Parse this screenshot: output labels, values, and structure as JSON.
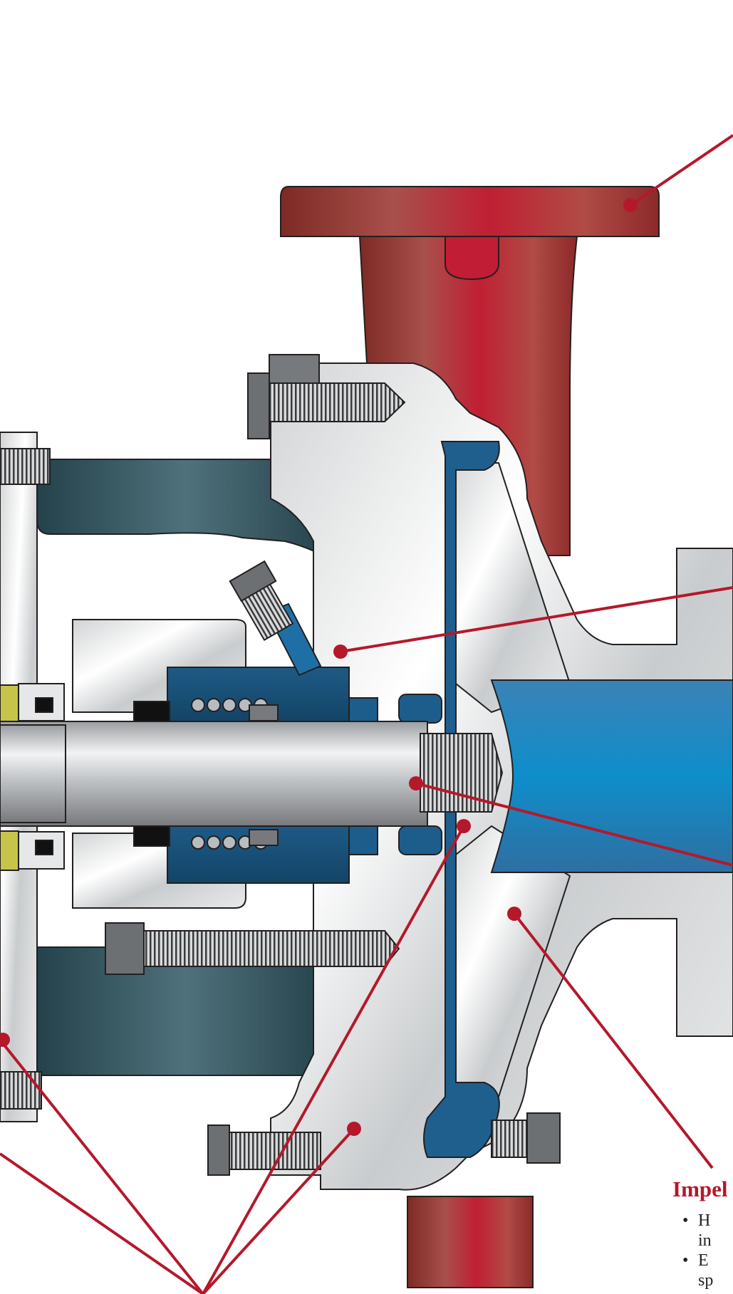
{
  "diagram": {
    "callout_title": "Impel",
    "bullets": [
      {
        "line1": "H",
        "line2": "in"
      },
      {
        "line1": "E",
        "line2": "sp"
      }
    ]
  },
  "colors": {
    "casing_red": "#b8232f",
    "steel_light": "#e6e7e8",
    "steel_mid": "#b7bbbf",
    "fluid_blue": "#1b75b3",
    "seal_blue": "#17507a",
    "frame_teal": "#2e4f59",
    "leader_red": "#b5182b",
    "yellow_part": "#c7c44c",
    "outline": "#231f20"
  }
}
